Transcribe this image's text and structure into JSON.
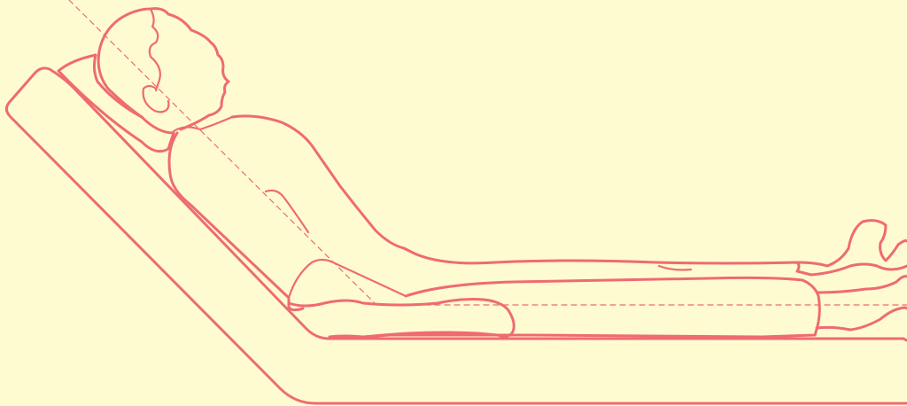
{
  "colors": {
    "background": "#fffbd0",
    "stroke": "#ee6b72",
    "guide": "#ee6b72"
  },
  "scene": {
    "subject": "person-reclining-on-wedge-pillow",
    "guide_lines": [
      "incline-angle-guide",
      "horizontal-guide"
    ]
  }
}
